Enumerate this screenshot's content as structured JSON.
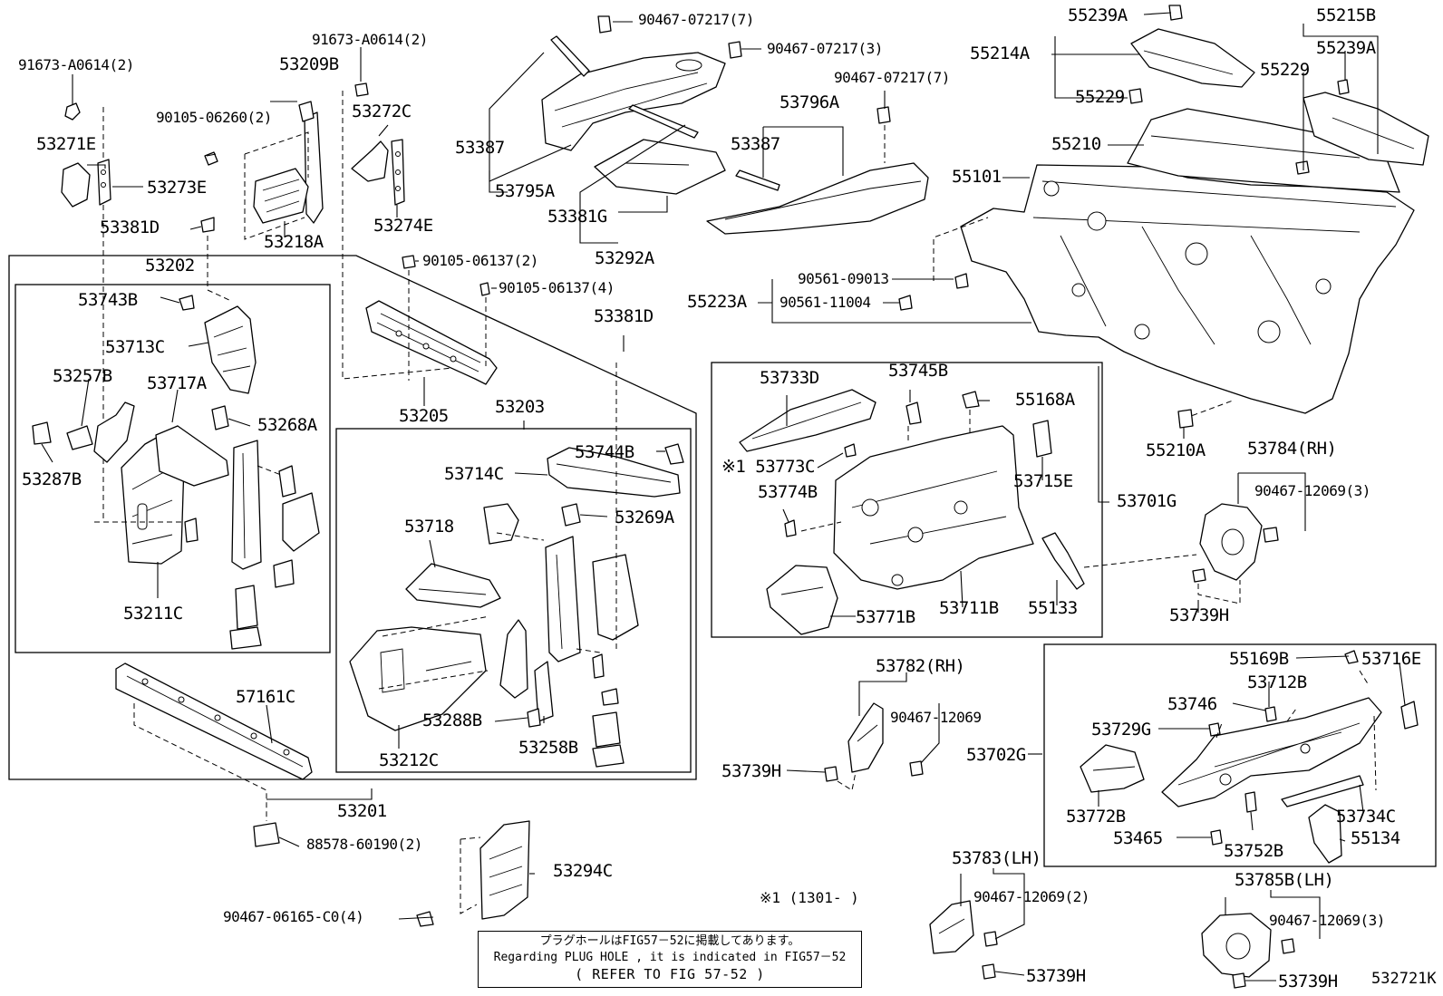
{
  "labels": [
    {
      "id": "91673-A0614-left",
      "text": "91673-A0614(2)"
    },
    {
      "id": "91673-A0614-mid",
      "text": "91673-A0614(2)"
    },
    {
      "id": "53209B",
      "text": "53209B"
    },
    {
      "id": "90105-06260",
      "text": "90105-06260(2)"
    },
    {
      "id": "53271E",
      "text": "53271E"
    },
    {
      "id": "53273E",
      "text": "53273E"
    },
    {
      "id": "53272C",
      "text": "53272C"
    },
    {
      "id": "53274E",
      "text": "53274E"
    },
    {
      "id": "53381D-left",
      "text": "53381D"
    },
    {
      "id": "53218A",
      "text": "53218A"
    },
    {
      "id": "53202",
      "text": "53202"
    },
    {
      "id": "53743B",
      "text": "53743B"
    },
    {
      "id": "53713C",
      "text": "53713C"
    },
    {
      "id": "53257B",
      "text": "53257B"
    },
    {
      "id": "53717A",
      "text": "53717A"
    },
    {
      "id": "53268A",
      "text": "53268A"
    },
    {
      "id": "53287B",
      "text": "53287B"
    },
    {
      "id": "53211C",
      "text": "53211C"
    },
    {
      "id": "57161C",
      "text": "57161C"
    },
    {
      "id": "53201",
      "text": "53201"
    },
    {
      "id": "88578-60190",
      "text": "88578-60190(2)"
    },
    {
      "id": "90467-06165",
      "text": "90467-06165-C0(4)"
    },
    {
      "id": "53294C",
      "text": "53294C"
    },
    {
      "id": "90467-07217-7a",
      "text": "90467-07217(7)"
    },
    {
      "id": "90467-07217-3",
      "text": "90467-07217(3)"
    },
    {
      "id": "90467-07217-7b",
      "text": "90467-07217(7)"
    },
    {
      "id": "53387-left",
      "text": "53387"
    },
    {
      "id": "53795A",
      "text": "53795A"
    },
    {
      "id": "53796A",
      "text": "53796A"
    },
    {
      "id": "53387-right",
      "text": "53387"
    },
    {
      "id": "53381G",
      "text": "53381G"
    },
    {
      "id": "53292A",
      "text": "53292A"
    },
    {
      "id": "90105-06137-2",
      "text": "90105-06137(2)"
    },
    {
      "id": "90105-06137-4",
      "text": "90105-06137(4)"
    },
    {
      "id": "53381D-right",
      "text": "53381D"
    },
    {
      "id": "53205",
      "text": "53205"
    },
    {
      "id": "53203",
      "text": "53203"
    },
    {
      "id": "53744B",
      "text": "53744B"
    },
    {
      "id": "53714C",
      "text": "53714C"
    },
    {
      "id": "53718",
      "text": "53718"
    },
    {
      "id": "53269A",
      "text": "53269A"
    },
    {
      "id": "53288B",
      "text": "53288B"
    },
    {
      "id": "53258B",
      "text": "53258B"
    },
    {
      "id": "53212C",
      "text": "53212C"
    },
    {
      "id": "55239A-top",
      "text": "55239A"
    },
    {
      "id": "55215B",
      "text": "55215B"
    },
    {
      "id": "55214A",
      "text": "55214A"
    },
    {
      "id": "55239A-right",
      "text": "55239A"
    },
    {
      "id": "55229-right",
      "text": "55229"
    },
    {
      "id": "55229-left",
      "text": "55229"
    },
    {
      "id": "55210",
      "text": "55210"
    },
    {
      "id": "55101",
      "text": "55101"
    },
    {
      "id": "90561-09013",
      "text": "90561-09013"
    },
    {
      "id": "55223A",
      "text": "55223A"
    },
    {
      "id": "90561-11004",
      "text": "90561-11004"
    },
    {
      "id": "55210A",
      "text": "55210A"
    },
    {
      "id": "53784RH",
      "text": "53784(RH)"
    },
    {
      "id": "90467-12069-3a",
      "text": "90467-12069(3)"
    },
    {
      "id": "53739H-a",
      "text": "53739H"
    },
    {
      "id": "53733D",
      "text": "53733D"
    },
    {
      "id": "53745B",
      "text": "53745B"
    },
    {
      "id": "55168A",
      "text": "55168A"
    },
    {
      "id": "53773C",
      "text": "※1 53773C"
    },
    {
      "id": "53715E",
      "text": "53715E"
    },
    {
      "id": "53701G",
      "text": "53701G"
    },
    {
      "id": "53774B",
      "text": "53774B"
    },
    {
      "id": "53771B",
      "text": "53771B"
    },
    {
      "id": "53711B",
      "text": "53711B"
    },
    {
      "id": "55133",
      "text": "55133"
    },
    {
      "id": "53782RH",
      "text": "53782(RH)"
    },
    {
      "id": "90467-12069",
      "text": "90467-12069"
    },
    {
      "id": "53739H-b",
      "text": "53739H"
    },
    {
      "id": "55169B",
      "text": "55169B"
    },
    {
      "id": "53716E",
      "text": "53716E"
    },
    {
      "id": "53712B",
      "text": "53712B"
    },
    {
      "id": "53746",
      "text": "53746"
    },
    {
      "id": "53729G",
      "text": "53729G"
    },
    {
      "id": "53702G",
      "text": "53702G"
    },
    {
      "id": "53772B",
      "text": "53772B"
    },
    {
      "id": "53734C",
      "text": "53734C"
    },
    {
      "id": "53465",
      "text": "53465"
    },
    {
      "id": "53752B",
      "text": "53752B"
    },
    {
      "id": "55134",
      "text": "55134"
    },
    {
      "id": "53783LH",
      "text": "53783(LH)"
    },
    {
      "id": "90467-12069-2",
      "text": "90467-12069(2)"
    },
    {
      "id": "53739H-c",
      "text": "53739H"
    },
    {
      "id": "53785BLH",
      "text": "53785B(LH)"
    },
    {
      "id": "90467-12069-3b",
      "text": "90467-12069(3)"
    },
    {
      "id": "53739H-d",
      "text": "53739H"
    }
  ],
  "footnote": "※1 (1301-      )",
  "note": {
    "jp": "プラグホールはFIG57－52に掲載してあります。",
    "en": "Regarding PLUG HOLE , it is indicated in FIG57－52",
    "ref": "( REFER TO FIG 57-52 )"
  },
  "figure_code": "532721K"
}
